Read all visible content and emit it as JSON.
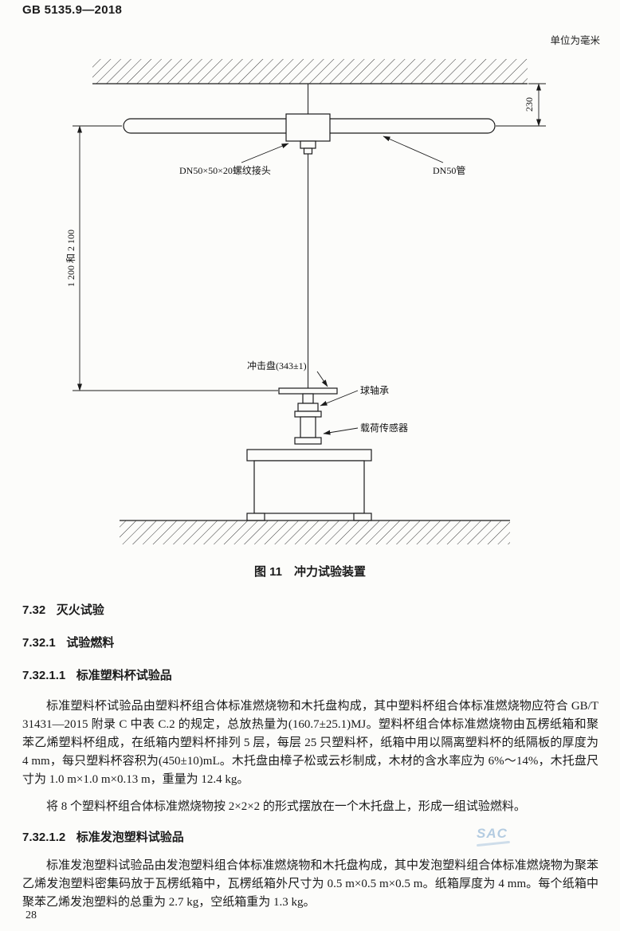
{
  "page": {
    "doc_number": "GB 5135.9—2018",
    "unit_note": "单位为毫米",
    "page_number": "28",
    "watermark": "SAC"
  },
  "figure": {
    "caption_label": "图 11",
    "caption_title": "冲力试验装置",
    "labels": {
      "dim_right": "230",
      "dim_left": "1 200 和 2 100",
      "fitting": "DN50×50×20螺纹接头",
      "pipe": "DN50管",
      "impact_plate": "冲击盘(343±1)",
      "ball_bearing": "球轴承",
      "load_sensor": "载荷传感器"
    }
  },
  "sections": {
    "s732": {
      "number": "7.32",
      "title": "灭火试验"
    },
    "s7321": {
      "number": "7.32.1",
      "title": "试验燃料"
    },
    "s73211": {
      "number": "7.32.1.1",
      "title": "标准塑料杯试验品"
    },
    "s73212": {
      "number": "7.32.1.2",
      "title": "标准发泡塑料试验品"
    }
  },
  "paragraphs": {
    "p1": "标准塑料杯试验品由塑料杯组合体标准燃烧物和木托盘构成，其中塑料杯组合体标准燃烧物应符合 GB/T 31431—2015 附录 C 中表 C.2 的规定，总放热量为(160.7±25.1)MJ。塑料杯组合体标准燃烧物由瓦楞纸箱和聚苯乙烯塑料杯组成，在纸箱内塑料杯排列 5 层，每层 25 只塑料杯，纸箱中用以隔离塑料杯的纸隔板的厚度为 4 mm，每只塑料杯容积为(450±10)mL。木托盘由樟子松或云杉制成，木材的含水率应为 6%～14%，木托盘尺寸为 1.0 m×1.0 m×0.13 m，重量为 12.4 kg。",
    "p2": "将 8 个塑料杯组合体标准燃烧物按 2×2×2 的形式摆放在一个木托盘上，形成一组试验燃料。",
    "p3": "标准发泡塑料试验品由发泡塑料组合体标准燃烧物和木托盘构成，其中发泡塑料组合体标准燃烧物为聚苯乙烯发泡塑料密集码放于瓦楞纸箱中，瓦楞纸箱外尺寸为 0.5 m×0.5 m×0.5 m。纸箱厚度为 4 mm。每个纸箱中聚苯乙烯发泡塑料的总重为 2.7 kg，空纸箱重为 1.3 kg。"
  }
}
